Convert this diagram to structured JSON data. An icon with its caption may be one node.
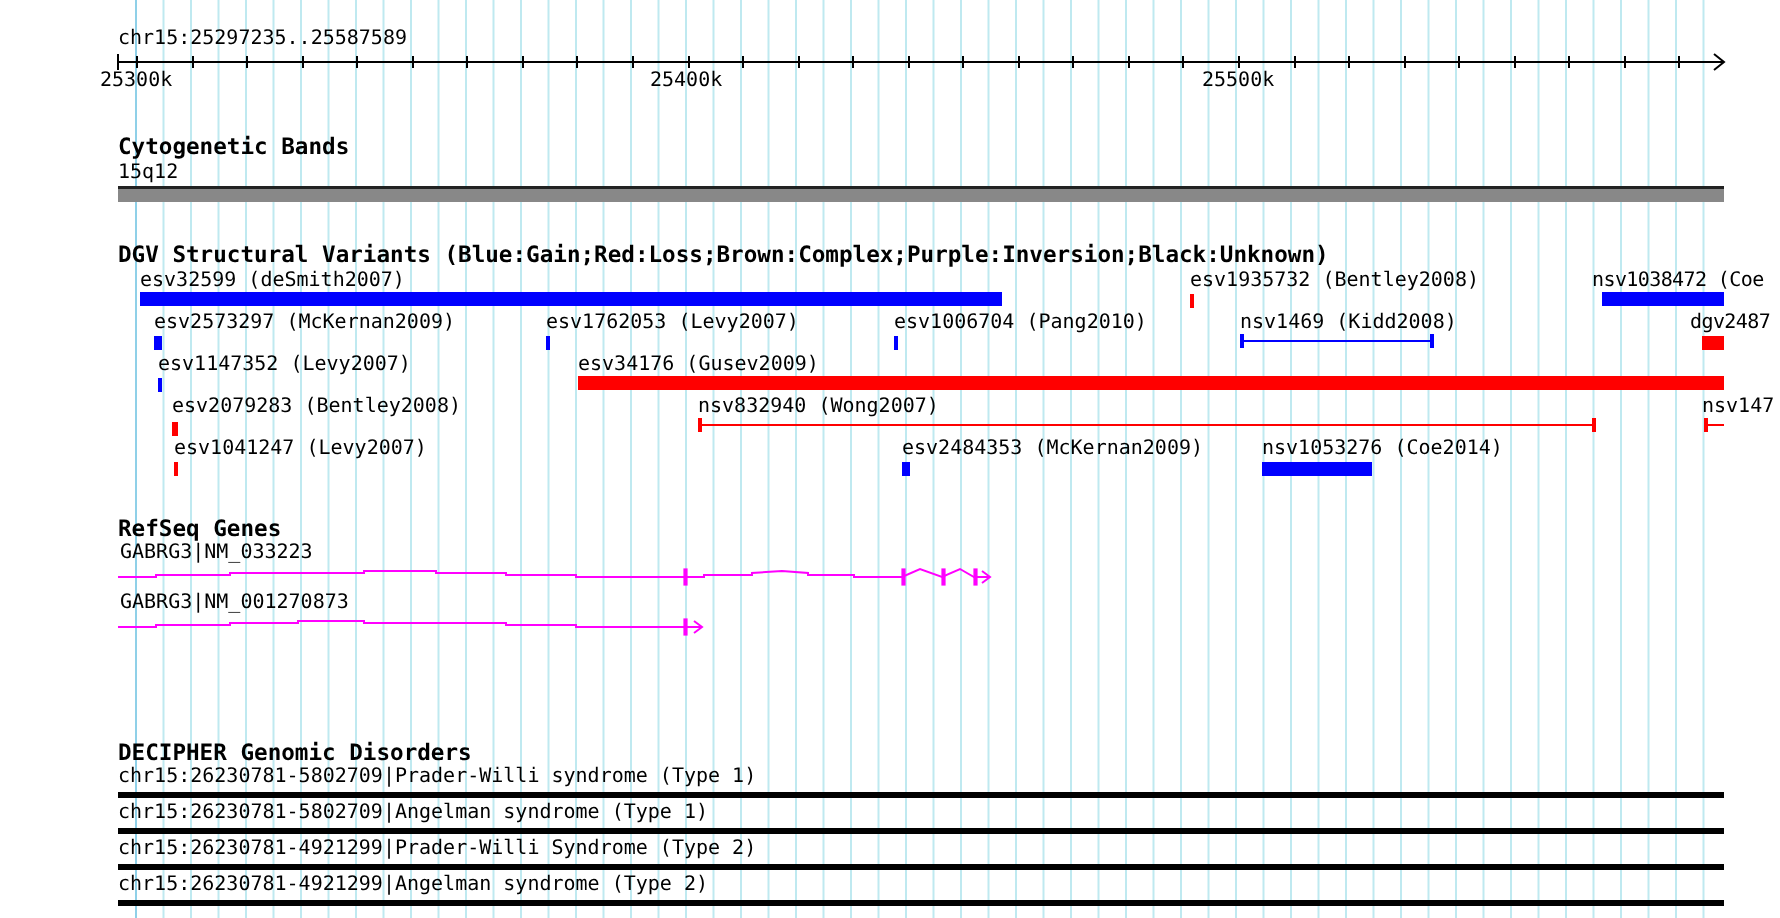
{
  "diagram": {
    "labels": [
      "chr15:25297235..25587589",
      "25300k",
      "25400k",
      "25500k",
      "Cytogenetic Bands",
      "15q12",
      "DGV Structural Variants (Blue:Gain;Red:Loss;Brown:Complex;Purple:Inversion;Black:Unknown)",
      "esv32599 (deSmith2007)",
      "esv1935732 (Bentley2008)",
      "nsv1038472 (Coe",
      "esv2573297 (McKernan2009)",
      "esv1762053 (Levy2007)",
      "esv1006704 (Pang2010)",
      "nsv1469 (Kidd2008)",
      "dgv2487",
      "esv1147352 (Levy2007)",
      "esv34176 (Gusev2009)",
      "esv2079283 (Bentley2008)",
      "nsv832940 (Wong2007)",
      "nsv147",
      "esv1041247 (Levy2007)",
      "esv2484353 (McKernan2009)",
      "nsv1053276 (Coe2014)",
      "RefSeq Genes",
      "GABRG3|NM_033223",
      "GABRG3|NM_001270873",
      "DECIPHER Genomic Disorders",
      "chr15:26230781-5802709|Prader-Willi syndrome (Type 1)",
      "chr15:26230781-5802709|Angelman syndrome (Type 1)",
      "chr15:26230781-4921299|Prader-Willi Syndrome (Type 2)",
      "chr15:26230781-4921299|Angelman syndrome (Type 2)"
    ]
  }
}
